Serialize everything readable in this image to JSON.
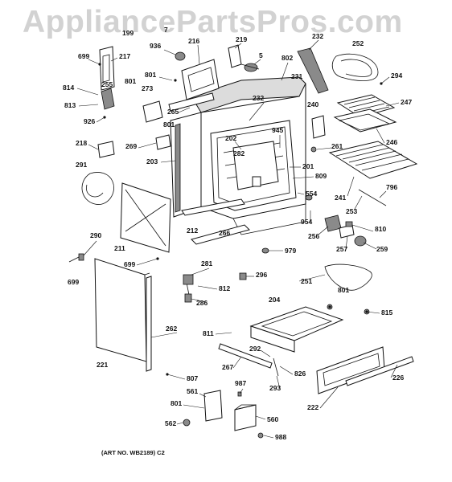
{
  "watermark": {
    "text": "AppliancePartsPros.com"
  },
  "art_number": "(ART NO. WB2189) C2",
  "callouts": [
    "199",
    "7",
    "216",
    "219",
    "232",
    "252",
    "699",
    "217",
    "936",
    "5",
    "802",
    "294",
    "801",
    "255",
    "273",
    "231",
    "240",
    "814",
    "813",
    "926",
    "265",
    "232",
    "801",
    "247",
    "801",
    "218",
    "269",
    "202",
    "945",
    "261",
    "246",
    "203",
    "282",
    "201",
    "291",
    "554",
    "809",
    "241",
    "796",
    "954",
    "253",
    "256",
    "810",
    "290",
    "211",
    "212",
    "266",
    "979",
    "257",
    "259",
    "699",
    "699",
    "281",
    "296",
    "251",
    "801",
    "812",
    "286",
    "204",
    "815",
    "262",
    "811",
    "292",
    "221",
    "267",
    "826",
    "293",
    "807",
    "987",
    "561",
    "222",
    "226",
    "801",
    "560",
    "562",
    "988"
  ],
  "colors": {
    "ink": "#111111",
    "shade": "#8a8a8a",
    "watermark": "#d2d2d2"
  }
}
